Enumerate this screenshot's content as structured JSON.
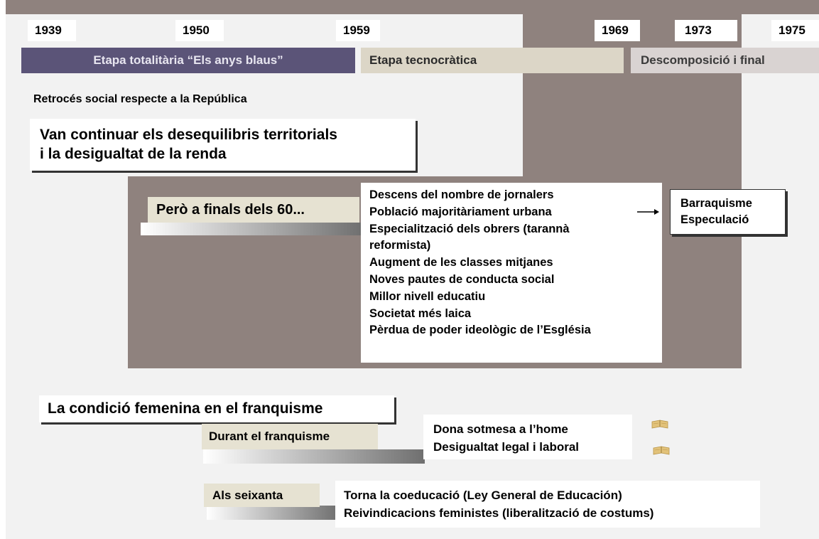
{
  "timeline": {
    "years": [
      "1939",
      "1950",
      "1959",
      "1969",
      "1973",
      "1975"
    ],
    "stages": [
      "Etapa totalitària “Els anys blaus”",
      "Etapa tecnocràtica",
      "Descomposició i final"
    ]
  },
  "social": {
    "retroces": "Retrocés social respecte a la República",
    "desequilibris_line1": "Van continuar els desequilibris territorials",
    "desequilibris_line2": "i la desigualtat de la renda",
    "pero_label": "Però a finals dels 60...",
    "changes": [
      "Descens del nombre de jornalers",
      "Població majoritàriament urbana",
      "Especialització dels obrers (tarannà",
      "reformista)",
      "Augment de les classes mitjanes",
      "Noves pautes de conducta social",
      "Millor nivell educatiu",
      "Societat més laica",
      "Pèrdua de poder ideològic de l’Església"
    ],
    "consequences": [
      "Barraquisme",
      "Especulació"
    ]
  },
  "women": {
    "title": "La condició femenina en el franquisme",
    "durant_label": "Durant el franquisme",
    "durant_items": [
      "Dona sotmesa a l’home",
      "Desigualtat legal i laboral"
    ],
    "seixanta_label": "Als seixanta",
    "seixanta_items": [
      "Torna la coeducació (Ley General de Educación)",
      "Reivindicacions feministes (liberalització de costums)"
    ]
  },
  "colors": {
    "band": "#8f827e",
    "stage1": "#5b5478",
    "stage2": "#dcd6c7",
    "stage3": "#d9d3d2",
    "label_bg": "#e6e2d2"
  },
  "icons": [
    "book-icon",
    "book-icon"
  ]
}
